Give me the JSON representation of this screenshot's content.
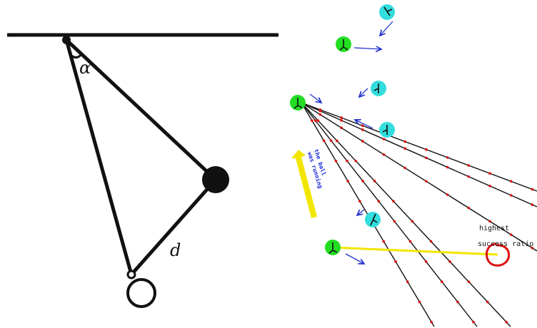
{
  "left_figure": {
    "angle_label": "α",
    "distance_label": "d"
  },
  "right_figure": {
    "annotation_line1": "highest",
    "annotation_line2": "success ratio",
    "arrow_text_line1": "the ball",
    "arrow_text_line2": "was running"
  },
  "colors": {
    "ink": "#111111",
    "green_player": "#22dd22",
    "cyan_player": "#33dddd",
    "blue_arrow": "#2233cc",
    "red_marker": "#dd1111",
    "yellow": "#f2e600",
    "yellow_text": "#1a2ad8"
  }
}
